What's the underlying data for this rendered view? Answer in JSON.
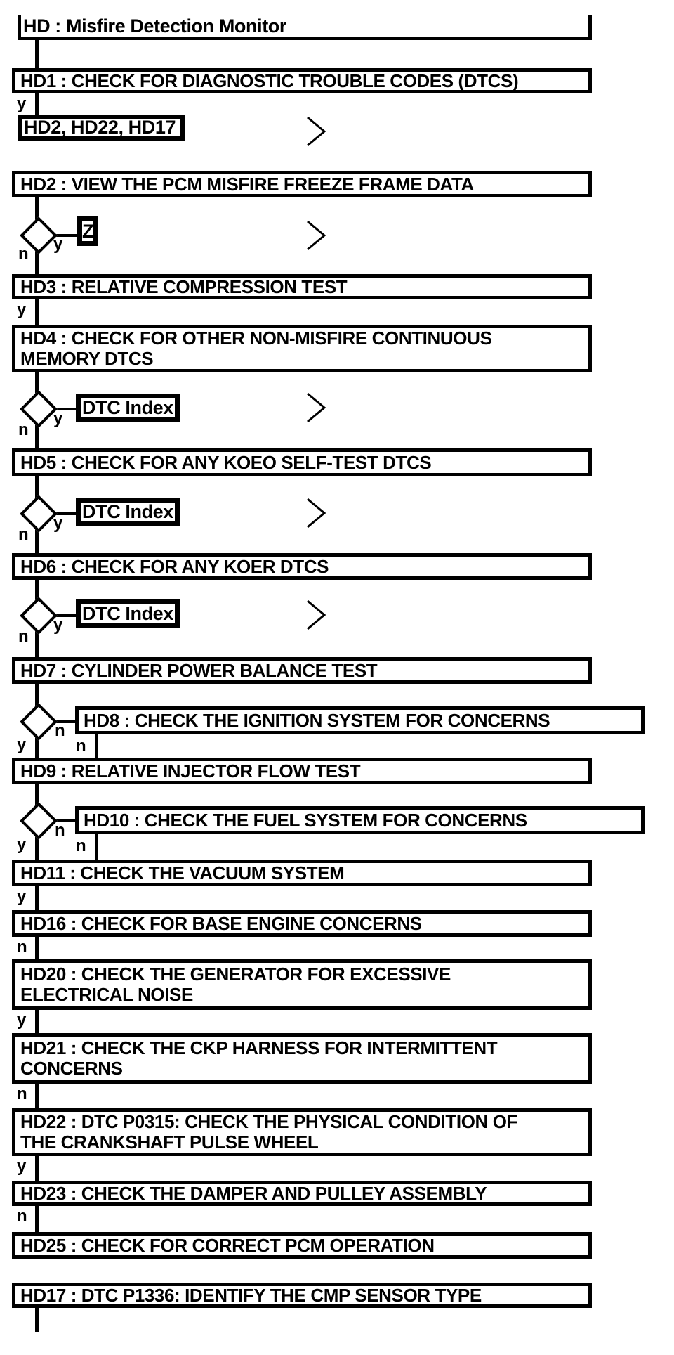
{
  "flowchart": {
    "title": "HD : Misfire Detection Monitor",
    "colors": {
      "line": "#000000",
      "background": "#ffffff"
    }
  },
  "nodes": [
    {
      "id": "HD",
      "label": "HD : Misfire Detection Monitor"
    },
    {
      "id": "HD1",
      "label": "HD1 : CHECK FOR DIAGNOSTIC TROUBLE CODES (DTCS)"
    },
    {
      "id": "LINK1",
      "label": "HD2, HD22, HD17"
    },
    {
      "id": "HD2",
      "label": "HD2 : VIEW THE PCM MISFIRE FREEZE FRAME DATA"
    },
    {
      "id": "Z",
      "label": "Z"
    },
    {
      "id": "HD3",
      "label": "HD3 : RELATIVE COMPRESSION TEST"
    },
    {
      "id": "HD4",
      "label": "HD4 : CHECK FOR OTHER NON-MISFIRE CONTINUOUS\nMEMORY DTCS"
    },
    {
      "id": "DTC1",
      "label": "DTC Index"
    },
    {
      "id": "HD5",
      "label": "HD5 : CHECK FOR ANY KOEO SELF-TEST DTCS"
    },
    {
      "id": "DTC2",
      "label": "DTC Index"
    },
    {
      "id": "HD6",
      "label": "HD6 : CHECK FOR ANY KOER DTCS"
    },
    {
      "id": "DTC3",
      "label": "DTC Index"
    },
    {
      "id": "HD7",
      "label": "HD7 : CYLINDER POWER BALANCE TEST"
    },
    {
      "id": "HD8",
      "label": "HD8 : CHECK THE IGNITION SYSTEM FOR CONCERNS"
    },
    {
      "id": "HD9",
      "label": "HD9 : RELATIVE INJECTOR FLOW TEST"
    },
    {
      "id": "HD10",
      "label": "HD10 : CHECK THE FUEL SYSTEM FOR CONCERNS"
    },
    {
      "id": "HD11",
      "label": "HD11 : CHECK THE VACUUM SYSTEM"
    },
    {
      "id": "HD16",
      "label": "HD16 : CHECK FOR BASE ENGINE CONCERNS"
    },
    {
      "id": "HD20",
      "label": "HD20 : CHECK THE GENERATOR FOR EXCESSIVE\nELECTRICAL NOISE"
    },
    {
      "id": "HD21",
      "label": "HD21 : CHECK THE CKP HARNESS FOR INTERMITTENT\nCONCERNS"
    },
    {
      "id": "HD22",
      "label": "HD22 : DTC P0315: CHECK THE PHYSICAL CONDITION OF\nTHE CRANKSHAFT PULSE WHEEL"
    },
    {
      "id": "HD23",
      "label": "HD23 : CHECK THE DAMPER AND PULLEY ASSEMBLY"
    },
    {
      "id": "HD25",
      "label": "HD25 : CHECK FOR CORRECT PCM OPERATION"
    },
    {
      "id": "HD17",
      "label": "HD17 : DTC P1336: IDENTIFY THE CMP SENSOR TYPE"
    }
  ],
  "labels": {
    "after_hd1": "y",
    "dm1_yes": "y",
    "dm1_no": "n",
    "after_hd3": "y",
    "dm2_yes": "y",
    "dm2_no": "n",
    "dm3_yes": "y",
    "dm3_no": "n",
    "dm4_yes": "y",
    "dm4_no": "n",
    "dm5_no": "n",
    "dm5_yes": "y",
    "dm5_no2": "n",
    "dm6_no": "n",
    "dm6_yes": "y",
    "dm6_no2": "n",
    "after_hd11": "y",
    "after_hd16": "n",
    "after_hd20": "y",
    "after_hd21": "n",
    "after_hd22": "y",
    "after_hd23": "n"
  }
}
